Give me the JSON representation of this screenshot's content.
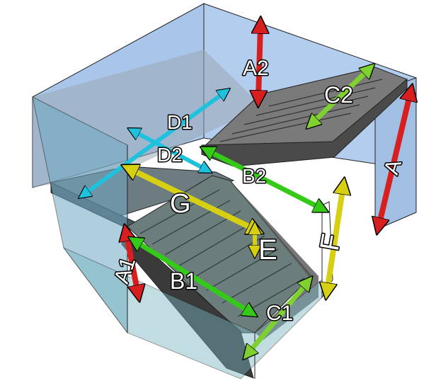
{
  "diagram": {
    "labels": {
      "A": "A",
      "A1": "A1",
      "A2": "A2",
      "B1": "B1",
      "B2": "B2",
      "C1": "C1",
      "C2": "C2",
      "D1": "D1",
      "D2": "D2",
      "E": "E",
      "F": "F",
      "G": "G"
    },
    "colors": {
      "A": "#d81f1f",
      "A1": "#d81f1f",
      "A2": "#d81f1f",
      "B1": "#35c918",
      "B2": "#35c918",
      "C1": "#7fd12f",
      "C2": "#7fd12f",
      "D1": "#1fc2dd",
      "D2": "#1fc2dd",
      "E": "#d6cf12",
      "F": "#d6cf12",
      "G": "#d6cf12",
      "glass": "#a9c6ea",
      "stair": "#4a4a4a"
    }
  }
}
